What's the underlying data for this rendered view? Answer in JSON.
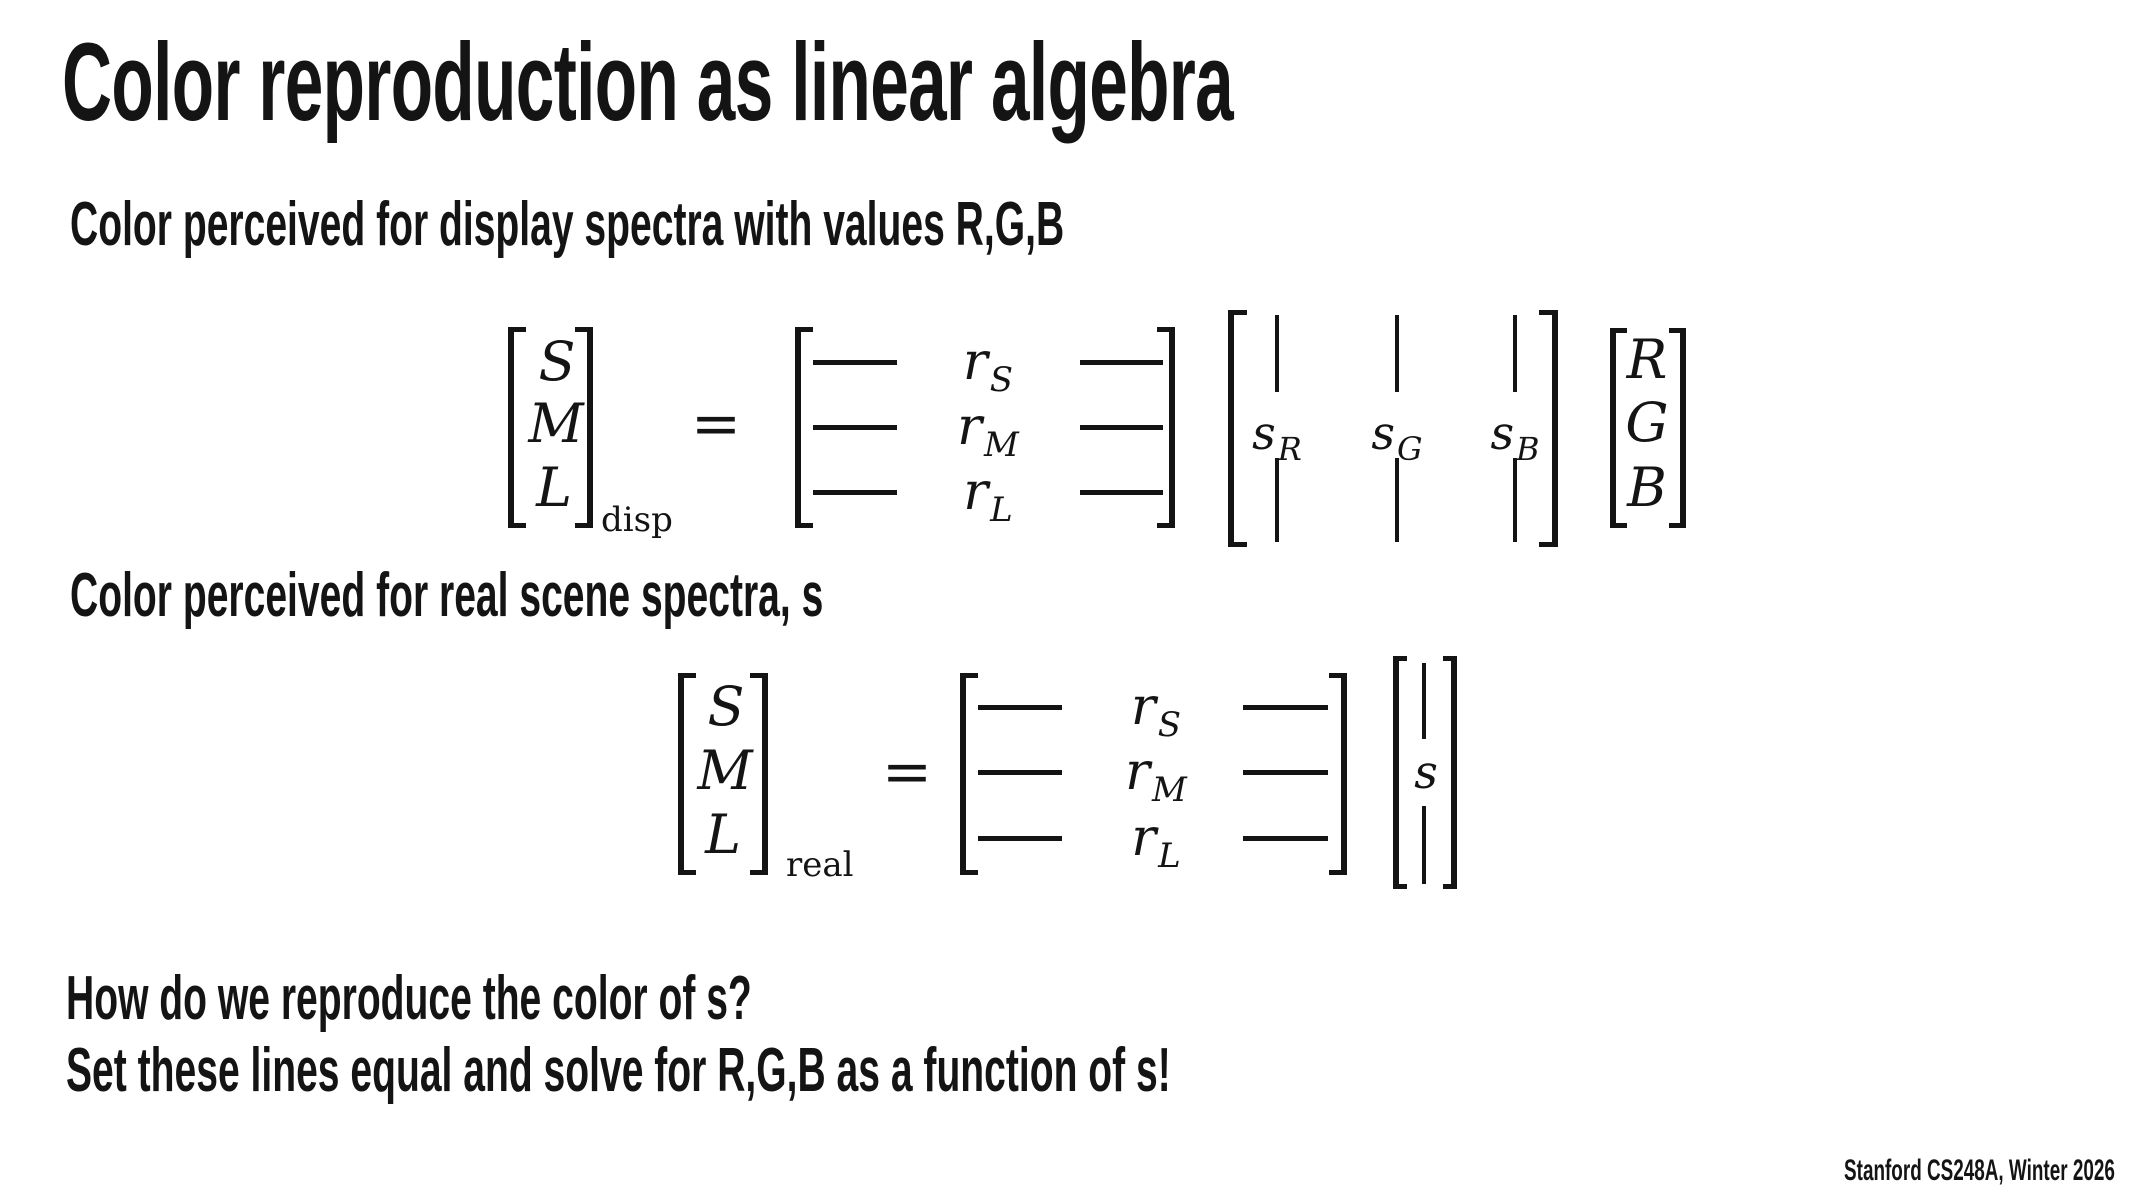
{
  "slide": {
    "title": "Color reproduction as linear algebra",
    "footer": "Stanford CS248A, Winter 2026"
  },
  "colors": {
    "text": "#141414",
    "background": "#ffffff"
  },
  "sections": {
    "display": {
      "heading": "Color perceived for display spectra with values R,G,B",
      "equation": {
        "lhs": {
          "entries": [
            "S",
            "M",
            "L"
          ],
          "subscript": "disp"
        },
        "equals": "=",
        "response_matrix": {
          "rows": [
            {
              "base": "r",
              "sub": "S"
            },
            {
              "base": "r",
              "sub": "M"
            },
            {
              "base": "r",
              "sub": "L"
            }
          ]
        },
        "primaries_matrix": {
          "columns": [
            {
              "base": "s",
              "sub": "R"
            },
            {
              "base": "s",
              "sub": "G"
            },
            {
              "base": "s",
              "sub": "B"
            }
          ]
        },
        "rgb_vector": {
          "entries": [
            "R",
            "G",
            "B"
          ]
        }
      }
    },
    "real": {
      "heading": "Color perceived for real scene spectra, s",
      "equation": {
        "lhs": {
          "entries": [
            "S",
            "M",
            "L"
          ],
          "subscript": "real"
        },
        "equals": "=",
        "response_matrix": {
          "rows": [
            {
              "base": "r",
              "sub": "S"
            },
            {
              "base": "r",
              "sub": "M"
            },
            {
              "base": "r",
              "sub": "L"
            }
          ]
        },
        "scene_vector": {
          "base": "s"
        }
      }
    },
    "questions": {
      "line1": "How do we reproduce the color of s?",
      "line2": "Set these lines equal and solve for R,G,B as a function of s!"
    }
  }
}
